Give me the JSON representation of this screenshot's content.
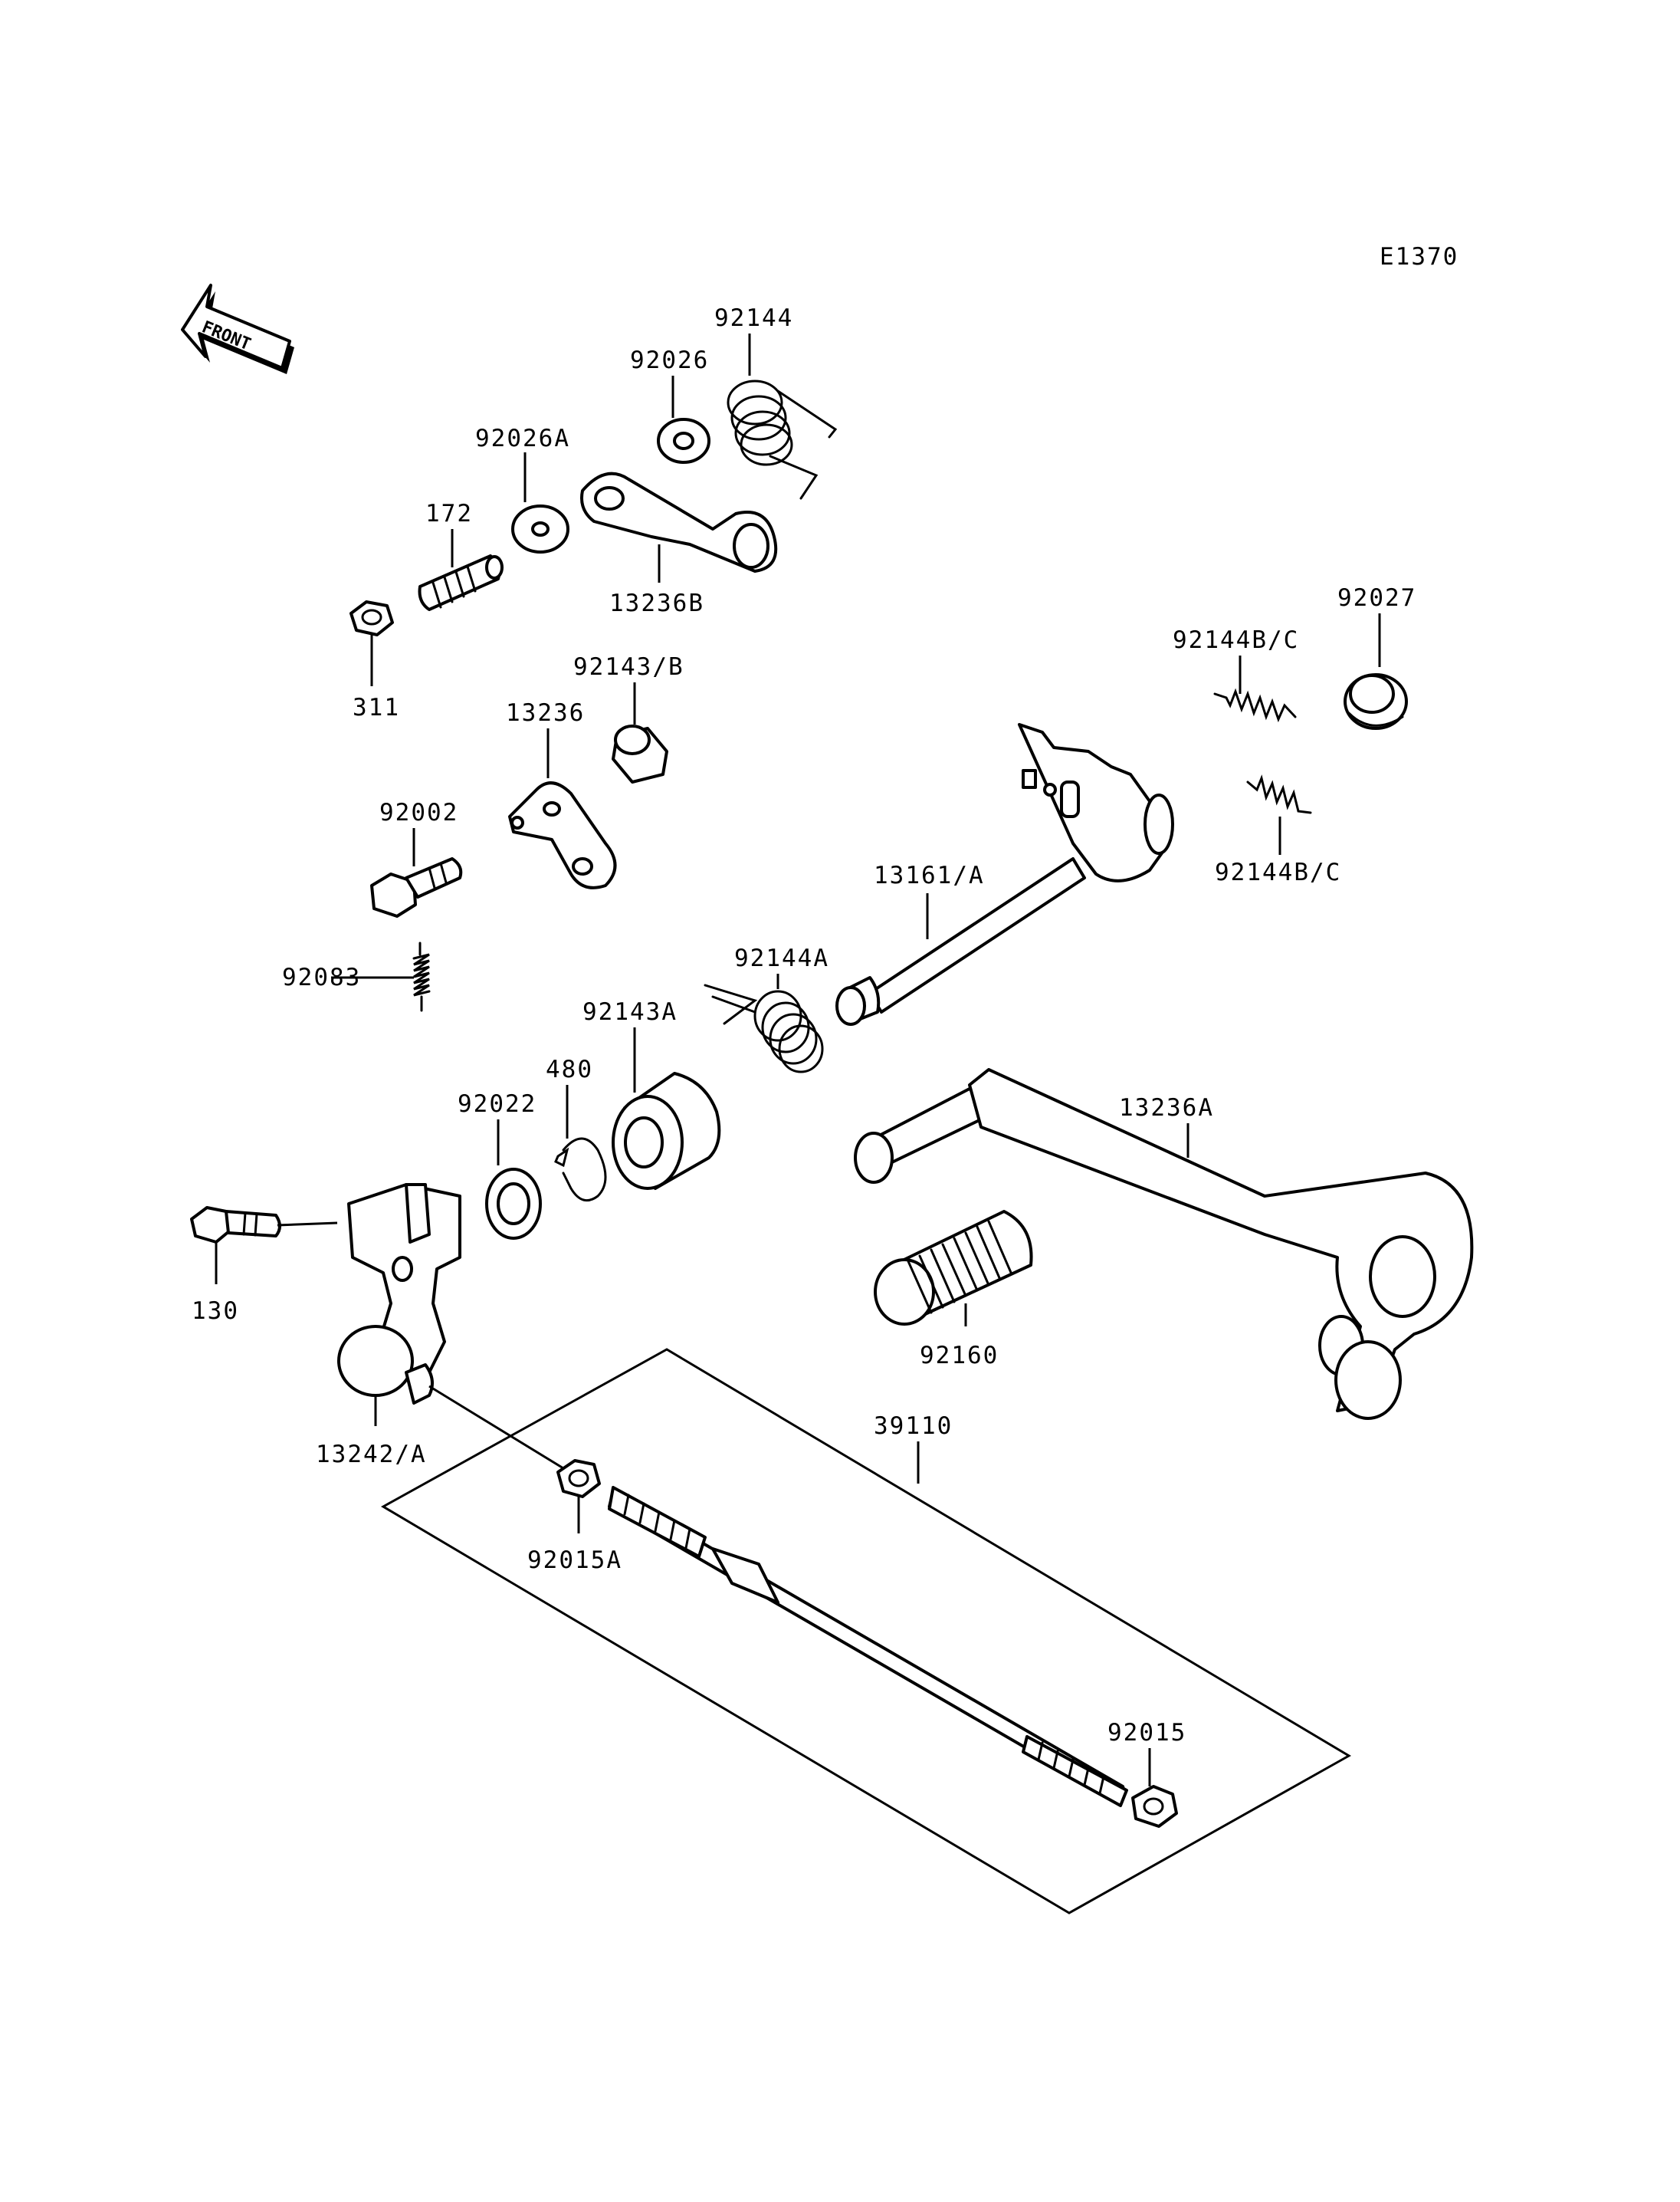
{
  "diagram_code": "E1370",
  "front_label": "FRONT",
  "labels": {
    "p92144": "92144",
    "p92026": "92026",
    "p92026A": "92026A",
    "p172": "172",
    "p13236B": "13236B",
    "p311": "311",
    "p92143B": "92143/B",
    "p13236": "13236",
    "p92002": "92002",
    "p92083": "92083",
    "p92144BC_top": "92144B/C",
    "p92027": "92027",
    "p92144BC_bottom": "92144B/C",
    "p13161A": "13161/A",
    "p92144A": "92144A",
    "p92143A": "92143A",
    "p480": "480",
    "p92022": "92022",
    "p13236A": "13236A",
    "p130": "130",
    "p92160": "92160",
    "p13242A": "13242/A",
    "p39110": "39110",
    "p92015A": "92015A",
    "p92015": "92015"
  }
}
